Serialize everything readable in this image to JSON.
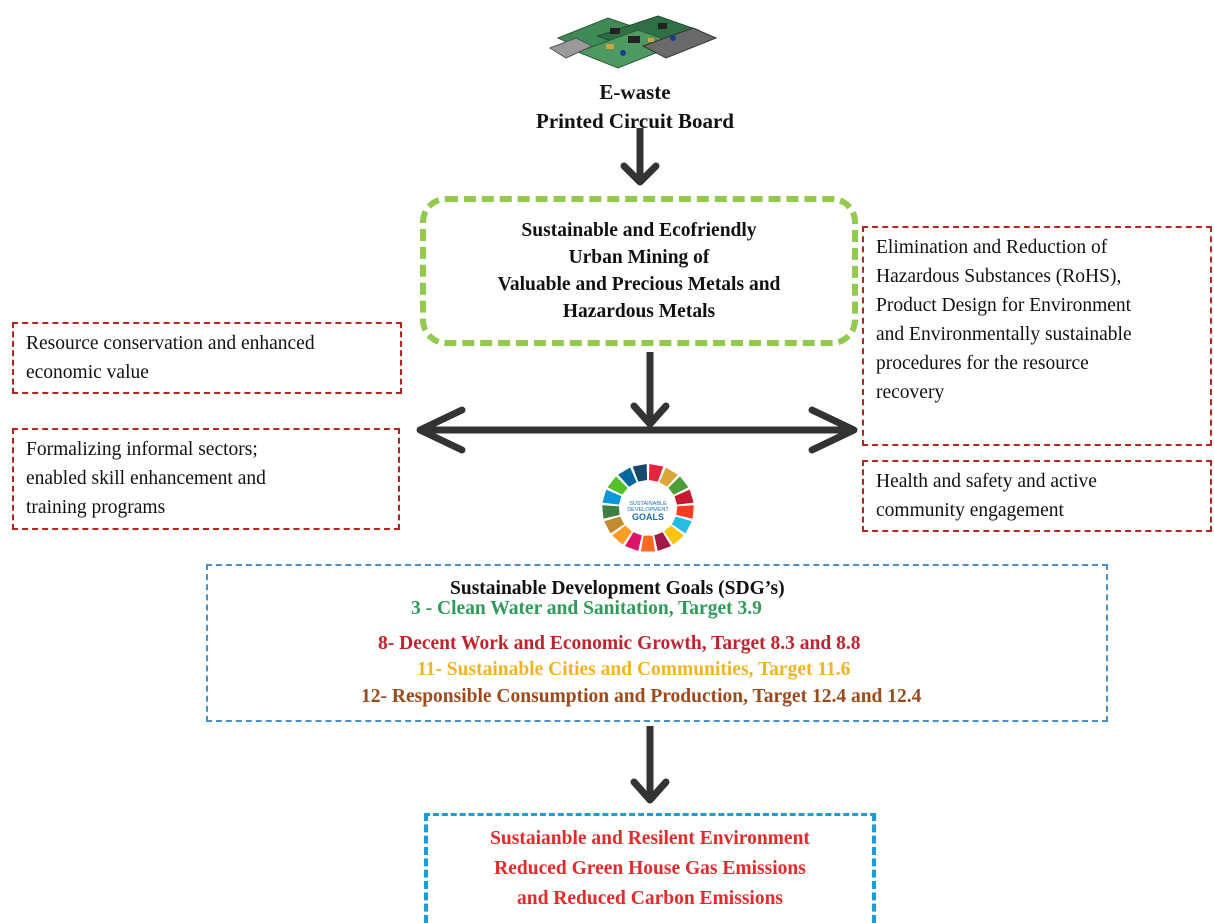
{
  "top": {
    "line1": "E-waste",
    "line2": "Printed Circuit Board"
  },
  "central": {
    "line1": "Sustainable and Ecofriendly",
    "line2": "Urban Mining of",
    "line3": "Valuable and Precious Metals and",
    "line4": "Hazardous Metals"
  },
  "left_boxes": {
    "resource": {
      "line1": "Resource conservation and enhanced",
      "line2": "economic value"
    },
    "formal": {
      "line1": "Formalizing informal sectors;",
      "line2": "enabled skill enhancement and",
      "line3": "training programs"
    }
  },
  "right_boxes": {
    "rohs": {
      "line1": "Elimination and Reduction of",
      "line2": "Hazardous Substances (RoHS),",
      "line3": "Product Design for Environment",
      "line4": "and Environmentally sustainable",
      "line5": "procedures for the resource",
      "line6": "recovery"
    },
    "health": {
      "line1": "Health and safety and active",
      "line2": "community engagement"
    }
  },
  "sdg_logo": {
    "line1": "SUSTAINABLE",
    "line2": "DEVELOPMENT",
    "line3": "GOALS"
  },
  "sdg": {
    "title": "Sustainable Development Goals (SDG’s)",
    "goal3": "3 - Clean Water and Sanitation, Target 3.9",
    "goal8": "8- Decent Work and Economic Growth, Target 8.3 and 8.8",
    "goal11": "11- Sustainable Cities and Communities, Target 11.6",
    "goal12": "12- Responsible Consumption and Production, Target 12.4 and 12.4"
  },
  "bottom": {
    "line1": "Sustaianble and Resilent Environment",
    "line2": "Reduced Green House Gas Emissions",
    "line3": "and Reduced Carbon Emissions"
  },
  "colors": {
    "green_dash": "#92c94e",
    "red_dash": "#b3261e",
    "blue_dash": "#4a90c8",
    "cyan_dash": "#1a9dd9",
    "goal3": "#2e9b58",
    "goal8": "#c0232d",
    "goal11": "#f4b320",
    "goal12": "#9b4a1c",
    "bottom_text": "#e32b2b"
  }
}
